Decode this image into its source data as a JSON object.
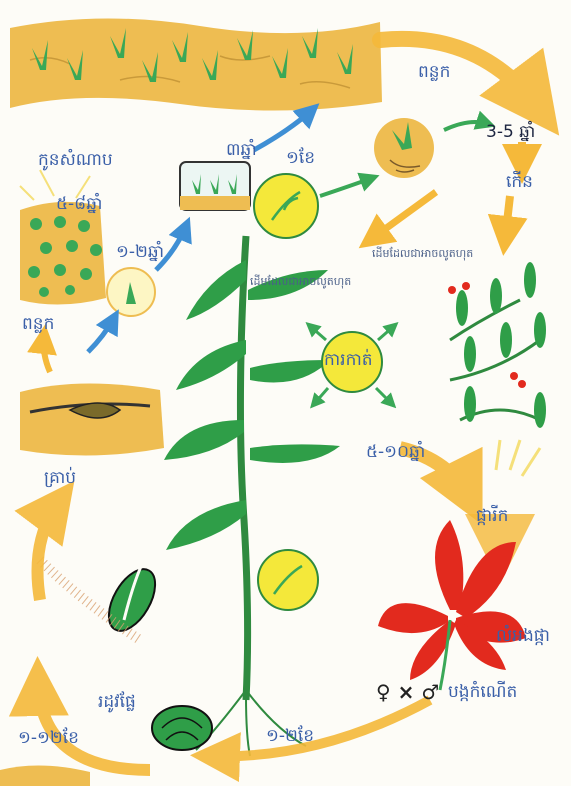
{
  "labels": {
    "nursery_time": "៣ឆ្នាំ",
    "one_month": "១ខែ",
    "transplant": "ពន្លក",
    "three_five_years": "3-5 ឆ្នាំ",
    "grow": "កើន",
    "mature_plant_right": "ដើមដែលជាអាចលូតហុត",
    "mature_plant_center": "ដើមដែលជាអាចលូតហុត",
    "seedlings": "កូនសំណាប",
    "five_eight_years": "៥-៨ឆ្នាំ",
    "one_two_years": "១-២ឆ្នាំ",
    "sprout": "ពន្លក",
    "cutting": "ការកាត់",
    "five_ten_years": "៥-១០ឆ្នាំ",
    "flowering": "ផ្ការីក",
    "flower_size": "លំអងផ្កា",
    "fertilization": "បង្កកំណើត",
    "seed": "គ្រាប់",
    "fruit": "រដូវផ្លែ",
    "one_twelve_months": "១-១២ខែ",
    "one_two_months": "១-២ខែ",
    "gender_symbols": "♀ × ♂"
  },
  "colors": {
    "arrow_yellow": "#f5b93a",
    "arrow_blue": "#3f8fd4",
    "arrow_green": "#3aa857",
    "soil": "#eebd52",
    "leaf": "#2f9e48",
    "circle_fill": "#f4e83a",
    "flower": "#e22a1e",
    "label_blue": "#3a5fa8"
  }
}
